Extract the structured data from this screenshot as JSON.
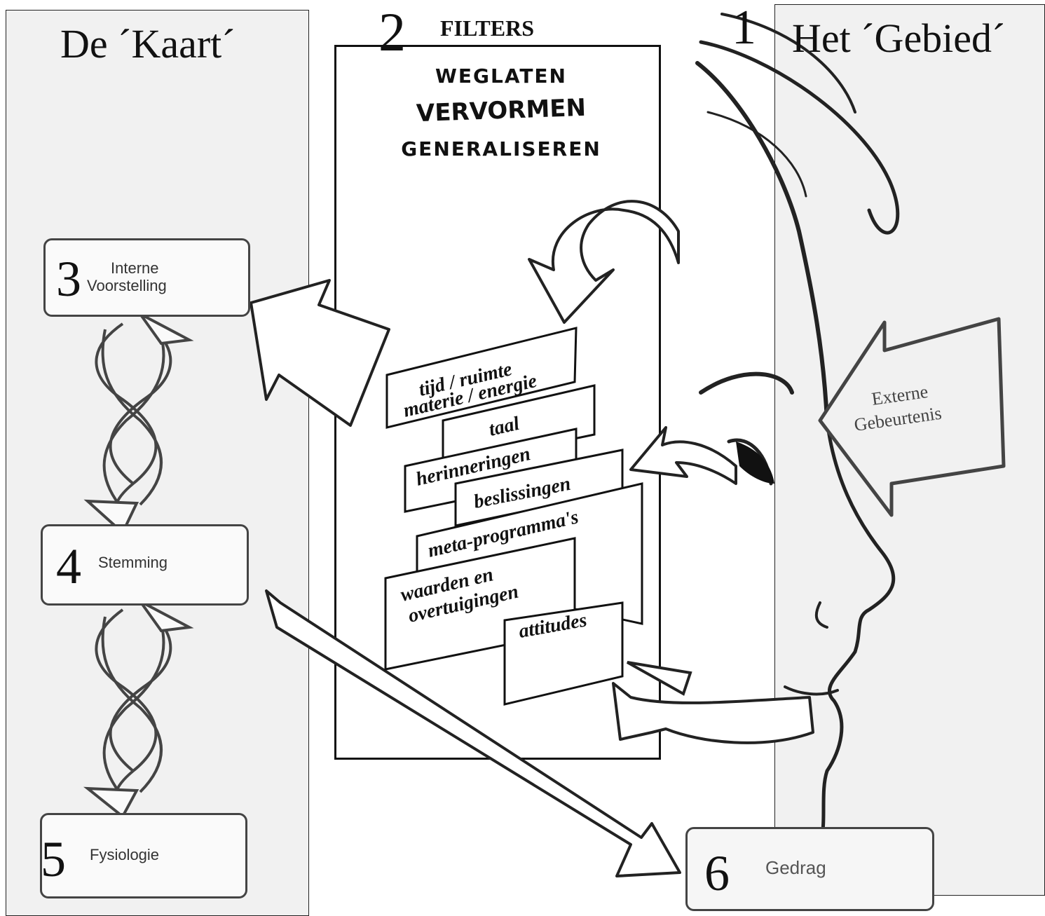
{
  "left_panel": {
    "title": "De ´Kaart´"
  },
  "right_panel": {
    "title": "Het ´Gebied´"
  },
  "filters": {
    "number": "2",
    "heading": "FILTERS",
    "operations": [
      "WEGLATEN",
      "VERVORMEN",
      "GENERALISEREN"
    ],
    "cards": [
      "tijd / ruimte",
      "materie / energie",
      "taal",
      "herinneringen",
      "beslissingen",
      "meta-programma's",
      "waarden en",
      "overtuigingen",
      "attitudes"
    ]
  },
  "external_event": {
    "number": "1",
    "label_line1": "Externe",
    "label_line2": "Gebeurtenis"
  },
  "boxes": {
    "internal": {
      "number": "3",
      "line1": "Interne",
      "line2": "Voorstelling"
    },
    "mood": {
      "number": "4",
      "label": "Stemming"
    },
    "physiology": {
      "number": "5",
      "label": "Fysiologie"
    },
    "behavior": {
      "number": "6",
      "label": "Gedrag"
    }
  },
  "colors": {
    "panel_bg": "#f1f1f1",
    "line": "#222222",
    "box_border": "#444444"
  }
}
